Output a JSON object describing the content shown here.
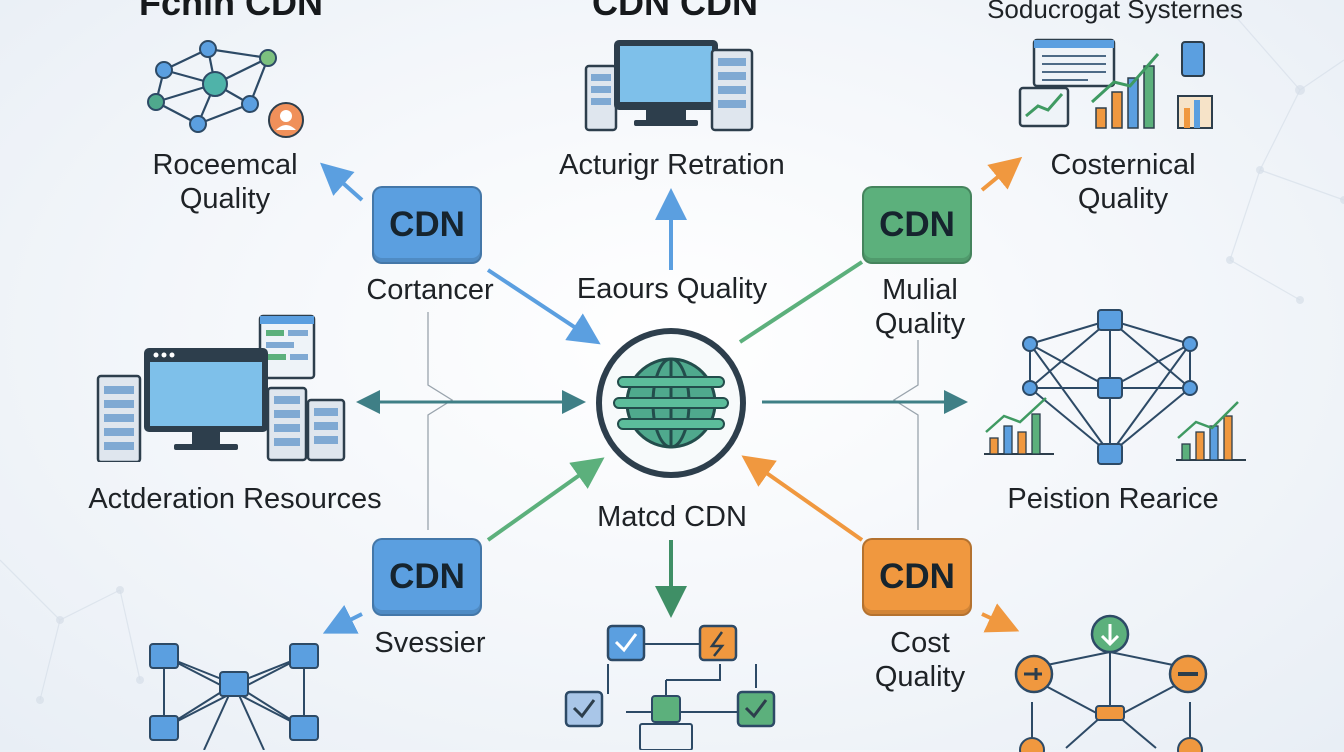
{
  "titles": {
    "top_left": "Fchin CDN",
    "top_center": "CDN CDN",
    "top_right": "Soducrogat Systernes"
  },
  "hub": {
    "center_title": "Eaours Quality",
    "center_bottom": "Matcd CDN"
  },
  "cdn_boxes": [
    {
      "label": "CDN",
      "caption": "Cortancer",
      "color": "#5b9fe0"
    },
    {
      "label": "CDN",
      "caption_line1": "Mulial",
      "caption_line2": "Quality",
      "color": "#5cb07c"
    },
    {
      "label": "CDN",
      "caption": "Svessier",
      "color": "#5b9fe0"
    },
    {
      "label": "CDN",
      "caption_line1": "Cost",
      "caption_line2": "Quality",
      "color": "#f0983f"
    }
  ],
  "labels": {
    "top_left_line1": "Roceemcal",
    "top_left_line2": "Quality",
    "top_center": "Acturigr Retration",
    "top_right_line1": "Costernical",
    "top_right_line2": "Quality",
    "mid_left": "Actderation Resources",
    "mid_right": "Peistion Rearice"
  },
  "colors": {
    "blue": "#5b9fe0",
    "green": "#5cb07c",
    "orange": "#f0983f",
    "teal": "#3f7f86",
    "dark_ring": "#2d3e4c"
  },
  "icons": [
    "network-graph-icon",
    "user-icon",
    "desktop-servers-icon",
    "dashboard-charts-icon",
    "workstation-servers-icon",
    "mesh-network-icon",
    "bar-chart-icon",
    "node-tree-icon",
    "checklist-flow-icon",
    "cost-flow-icon",
    "globe-hub-icon"
  ]
}
